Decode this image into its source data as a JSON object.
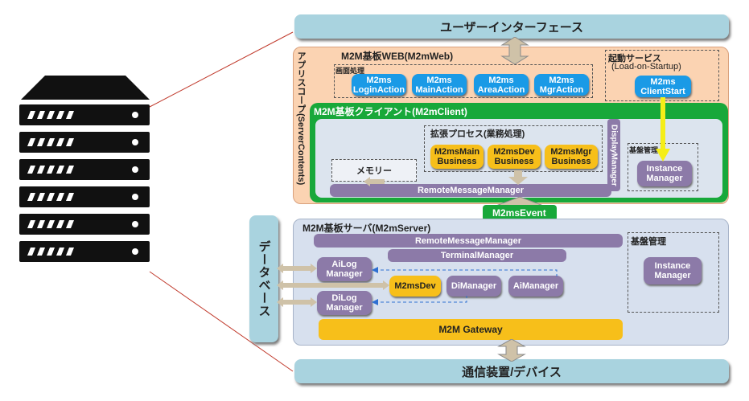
{
  "top_layer": "ユーザーインターフェース",
  "bottom_layer": "通信装置/デバイス",
  "app_scope": {
    "label": "アプリスコープ(ServerContents)",
    "web_title": "M2M基板WEB(M2mWeb)",
    "screen_processing": "画面処理",
    "actions": [
      "M2ms LoginAction",
      "M2ms MainAction",
      "M2ms AreaAction",
      "M2ms MgrAction"
    ],
    "startup_title": "起動サービス",
    "startup_subtitle": "(Load-on-Startup)",
    "client_start": "M2ms ClientStart"
  },
  "client": {
    "title": "M2M基板クライアント(M2mClient)",
    "business_title": "拡張プロセス(業務処理)",
    "business": [
      "M2msMain Business",
      "M2msDev Business",
      "M2msMgr Business"
    ],
    "memory": "メモリー",
    "display_manager": "DisplayManager",
    "remote_message_manager": "RemoteMessageManager",
    "infra_title": "基盤管理",
    "instance_manager": "Instance Manager"
  },
  "event_label": "M2msEvent",
  "server": {
    "title": "M2M基板サーバ(M2mServer)",
    "remote_message_manager": "RemoteMessageManager",
    "terminal_manager": "TerminalManager",
    "ailog_manager": "AiLog Manager",
    "dilog_manager": "DiLog Manager",
    "m2msdev": "M2msDev",
    "dimanager": "DiManager",
    "aimanager": "AiManager",
    "gateway": "M2M Gateway",
    "infra_title": "基盤管理",
    "instance_manager": "Instance Manager"
  },
  "database": "データベース",
  "colors": {
    "layer": "#a9d3df",
    "app_scope": "#fbd3b2",
    "client": "#18a83a",
    "server": "#d7e0ee",
    "blue": "#1a9ae6",
    "orange": "#f7bf1a",
    "purple": "#8c7aa8",
    "connector": "#c0392b"
  },
  "icons": [
    "server-rack-icon"
  ]
}
